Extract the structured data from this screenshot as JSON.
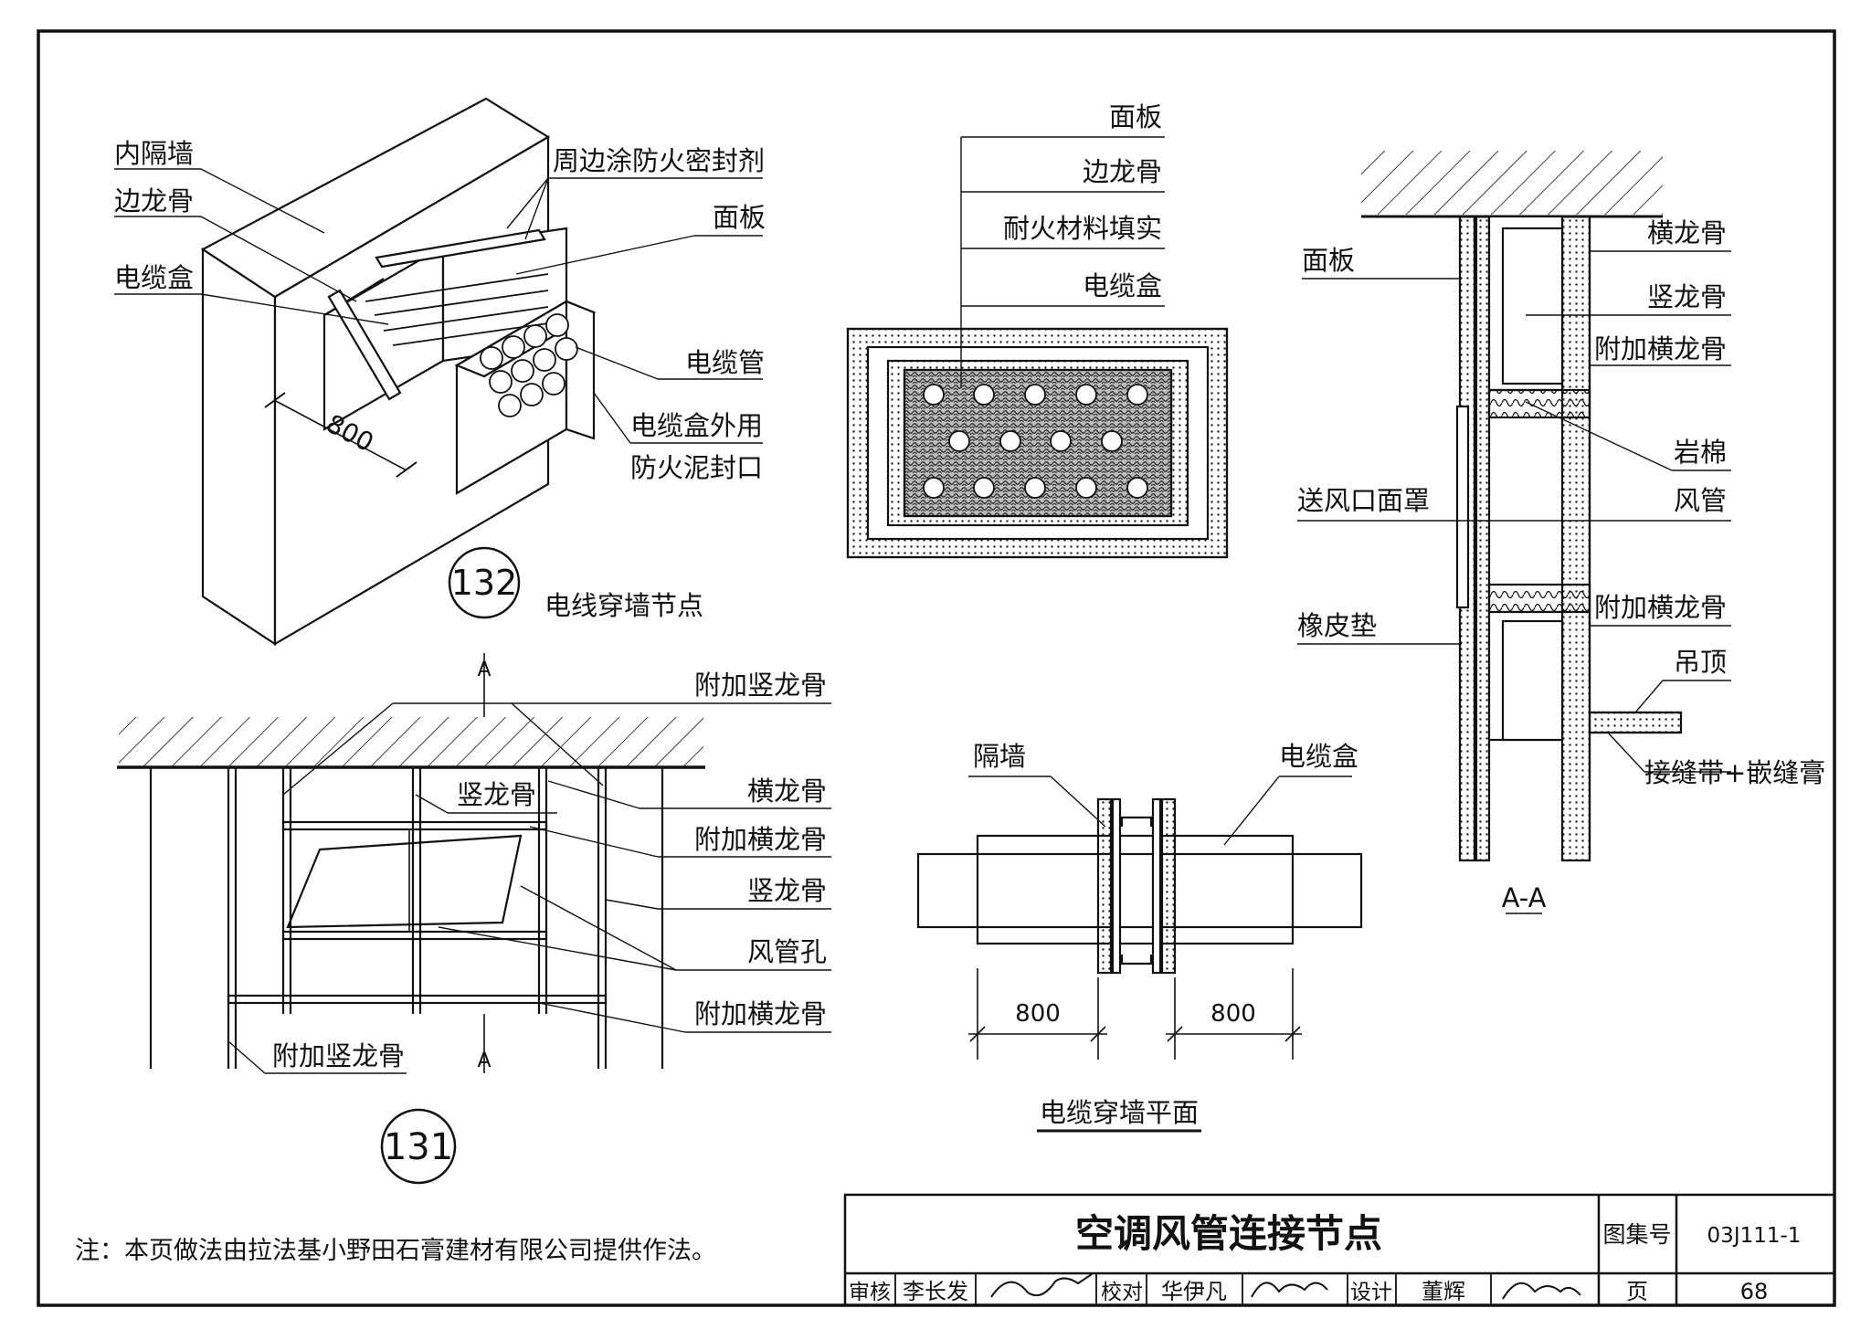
{
  "detail_132": {
    "number": "132",
    "title": "电线穿墙节点",
    "labels": {
      "inner_wall": "内隔墙",
      "edge_stud": "边龙骨",
      "cable_box": "电缆盒",
      "perimeter_sealant": "周边涂防火密封剂",
      "panel": "面板",
      "cable_tube": "电缆管",
      "box_outer_1": "电缆盒外用",
      "box_outer_2": "防火泥封口"
    },
    "dimension": "800"
  },
  "cable_box_section": {
    "labels": {
      "panel": "面板",
      "edge_stud": "边龙骨",
      "fire_fill": "耐火材料填实",
      "cable_box": "电缆盒"
    }
  },
  "section_aa": {
    "title": "A-A",
    "labels": {
      "cross_stud_top": "横龙骨",
      "panel": "面板",
      "vertical_stud": "竖龙骨",
      "extra_cross_stud_top": "附加横龙骨",
      "rock_wool": "岩棉",
      "vent_cover": "送风口面罩",
      "duct": "风管",
      "rubber_pad": "橡皮垫",
      "extra_cross_stud_bottom": "附加横龙骨",
      "ceiling": "吊顶",
      "joint_tape": "接缝带+嵌缝膏"
    }
  },
  "detail_131": {
    "number": "131",
    "section_mark": "A",
    "labels": {
      "extra_vertical_stud_top": "附加竖龙骨",
      "vertical_stud_inner": "竖龙骨",
      "cross_stud": "横龙骨",
      "extra_cross_stud_1": "附加横龙骨",
      "vertical_stud": "竖龙骨",
      "duct_hole": "风管孔",
      "extra_cross_stud_2": "附加横龙骨",
      "extra_vertical_stud_bottom": "附加竖龙骨"
    }
  },
  "cable_plan": {
    "title": "电缆穿墙平面",
    "labels": {
      "partition": "隔墙",
      "cable_box": "电缆盒"
    },
    "dims": [
      "800",
      "800"
    ]
  },
  "note": "注：本页做法由拉法基小野田石膏建材有限公司提供作法。",
  "title_block": {
    "title": "空调风管连接节点",
    "atlas_label": "图集号",
    "atlas_no": "03J111-1",
    "review_label": "审核",
    "reviewer": "李长发",
    "check_label": "校对",
    "checker": "华伊凡",
    "design_label": "设计",
    "designer": "董辉",
    "page_label": "页",
    "page_no": "68"
  }
}
